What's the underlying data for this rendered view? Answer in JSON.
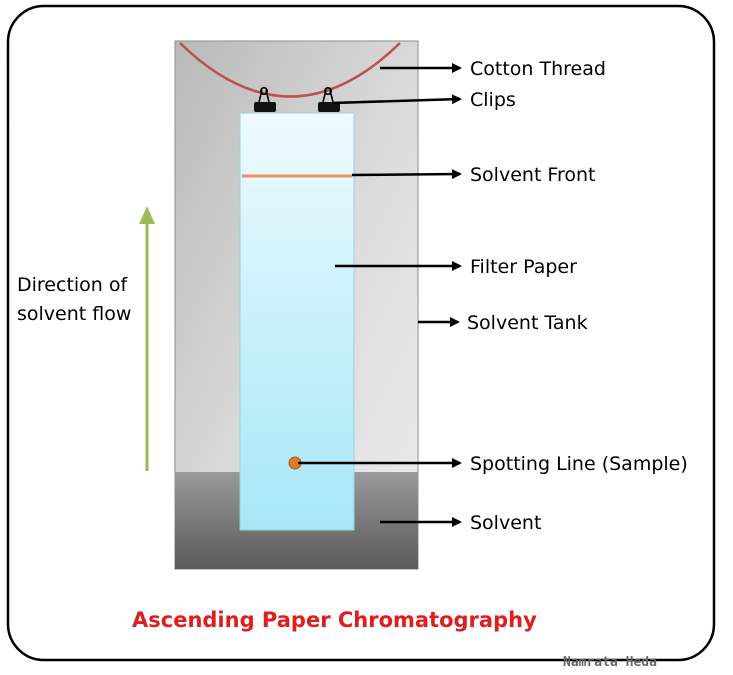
{
  "labels": {
    "cotton_thread": "Cotton Thread",
    "clips": "Clips",
    "solvent_front": "Solvent Front",
    "filter_paper": "Filter Paper",
    "solvent_tank": "Solvent Tank",
    "spotting_line": "Spotting Line (Sample)",
    "solvent": "Solvent"
  },
  "flow_label": [
    "Direction of",
    "solvent flow"
  ],
  "title": "Ascending Paper Chromatography",
  "credit": "Namrata Heda",
  "colors": {
    "title": "#e11d1d",
    "thread": "#c0504d",
    "solvent_front": "#e8945a",
    "spot": "#e07b2e",
    "flow_arrow": "#9bbb59",
    "paper_top": "#eefaff",
    "paper_bottom": "#a6e7f7",
    "solvent": "#6f6f6f"
  }
}
